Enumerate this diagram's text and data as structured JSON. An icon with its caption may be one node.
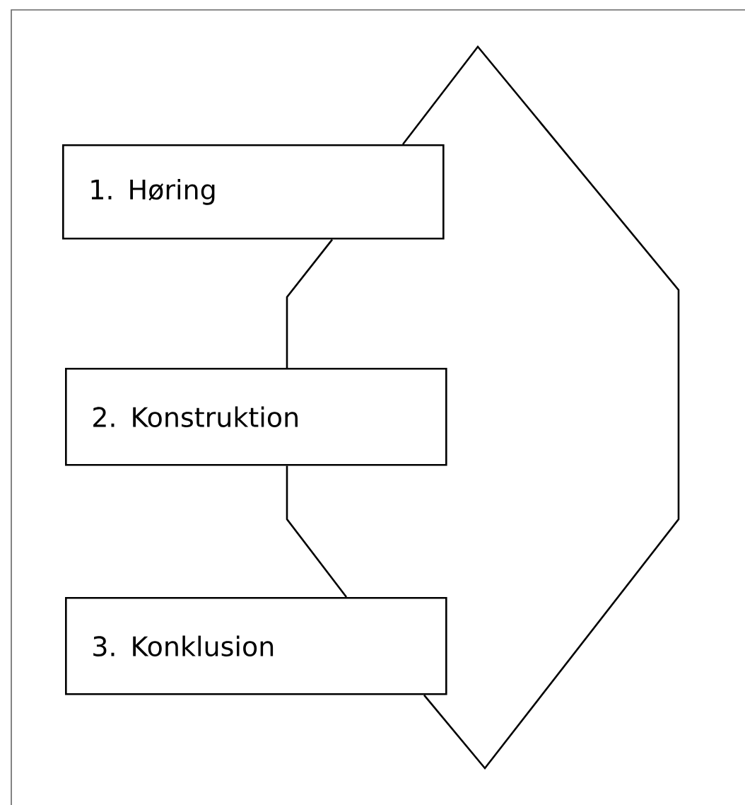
{
  "diagram": {
    "nodes": [
      {
        "text": [
          "1. Høring"
        ]
      },
      {
        "text": [
          "2. Konstruktion"
        ]
      },
      {
        "text": [
          "3. Konklusion"
        ]
      }
    ],
    "edges": [
      {
        "from": 0,
        "to": 1,
        "arrow": "none"
      },
      {
        "from": 1,
        "to": 2,
        "arrow": "none"
      },
      {
        "from": 2,
        "to": 0,
        "arrow": "none"
      }
    ]
  }
}
